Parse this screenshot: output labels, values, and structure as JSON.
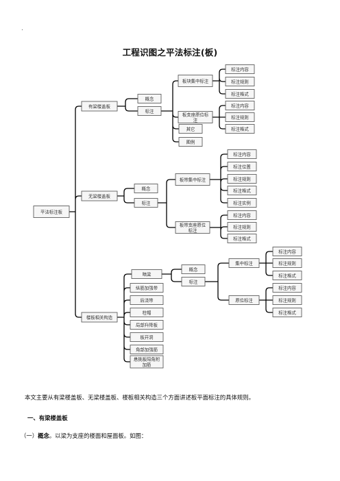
{
  "page": {
    "corner_mark": ".",
    "title": "工程识图之平法标注(板)"
  },
  "tree": {
    "root": "平法标注板",
    "branch_a": {
      "label": "有梁楼盖板",
      "concept": "概念",
      "annotation": "标注",
      "group1": {
        "label": "板块集中标注",
        "leaves": [
          "标注内容",
          "标注规则",
          "标注格式"
        ]
      },
      "group2": {
        "label": "板支座原位标注",
        "leaves": [
          "标注内容",
          "标注规则",
          "标注格式"
        ]
      },
      "other": "其它",
      "legend": "图例"
    },
    "branch_b": {
      "label": "无梁楼盖板",
      "concept": "概念",
      "annotation": "标注",
      "group1": {
        "label": "板带集中标注",
        "leaves": [
          "标注内容",
          "标注位置",
          "标注规则",
          "标注格式",
          "标注实例"
        ]
      },
      "group2": {
        "label": "板带支座原位标注",
        "leaves": [
          "标注内容",
          "标注规则",
          "标注格式"
        ]
      }
    },
    "branch_c": {
      "label": "楼板相关构造",
      "items": [
        "纵筋加强带",
        "后浇带",
        "柱帽",
        "局部升降板",
        "板开洞",
        "角部加强筋",
        "悬挑板阳角附加筋"
      ],
      "hub": "暗梁",
      "concept": "概念",
      "annotation": "标注",
      "group1": {
        "label": "集中标注",
        "leaves": [
          "标注内容",
          "标注规则",
          "标注格式"
        ]
      },
      "group2": {
        "label": "原位标注",
        "leaves": [
          "标注内容",
          "标注规则",
          "标注格式"
        ]
      }
    }
  },
  "text": {
    "intro": "本文主要从有梁楼盖板、无梁楼盖板、楼板相关构造三个方面讲述板平面标注的具体规则。",
    "section1": "一、有梁楼盖板",
    "sub1_prefix": "（一）",
    "sub1_bold": "概念",
    "sub1_rest": "。以梁为支座的楼面和屋面板。如图："
  }
}
